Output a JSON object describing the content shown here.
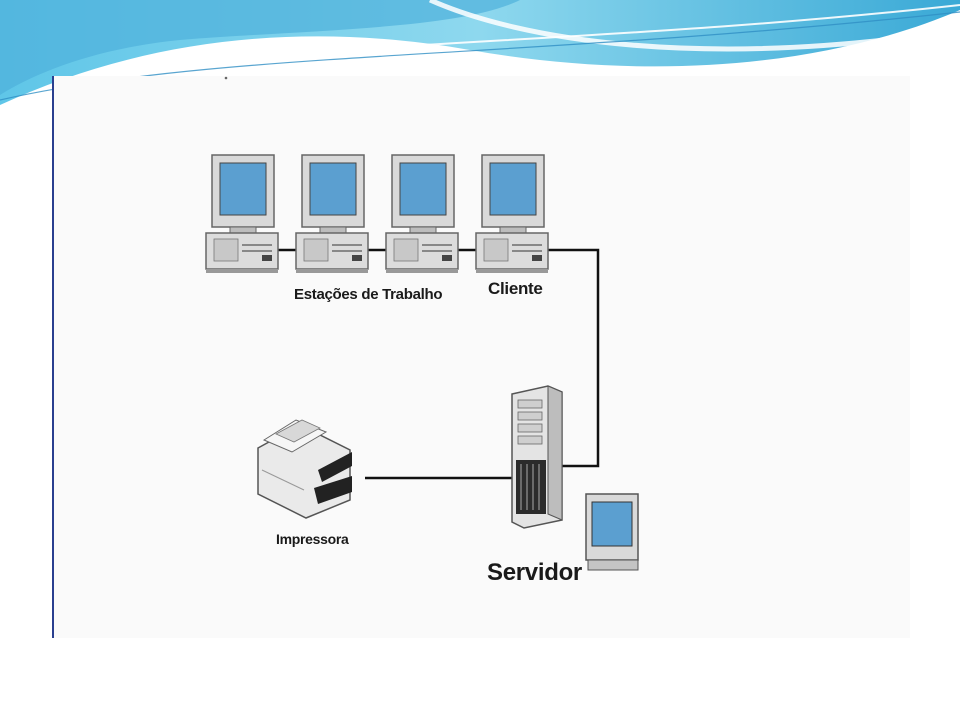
{
  "diagram": {
    "labels": {
      "workstations": "Estações de Trabalho",
      "client": "Cliente",
      "printer": "Impressora",
      "server": "Servidor"
    },
    "nodes": [
      {
        "id": "workstation-1",
        "icon": "desktop-computer-icon"
      },
      {
        "id": "workstation-2",
        "icon": "desktop-computer-icon"
      },
      {
        "id": "workstation-3",
        "icon": "desktop-computer-icon"
      },
      {
        "id": "client",
        "icon": "desktop-computer-icon"
      },
      {
        "id": "server",
        "icon": "tower-server-icon"
      },
      {
        "id": "server-monitor",
        "icon": "monitor-icon"
      },
      {
        "id": "printer",
        "icon": "printer-icon"
      }
    ],
    "colors": {
      "screen": "#5b9fd0",
      "case": "#d8d8d8",
      "cable": "#111111",
      "accent_wave": "#4fb8e0",
      "panel_border": "#2a3f8f"
    }
  }
}
